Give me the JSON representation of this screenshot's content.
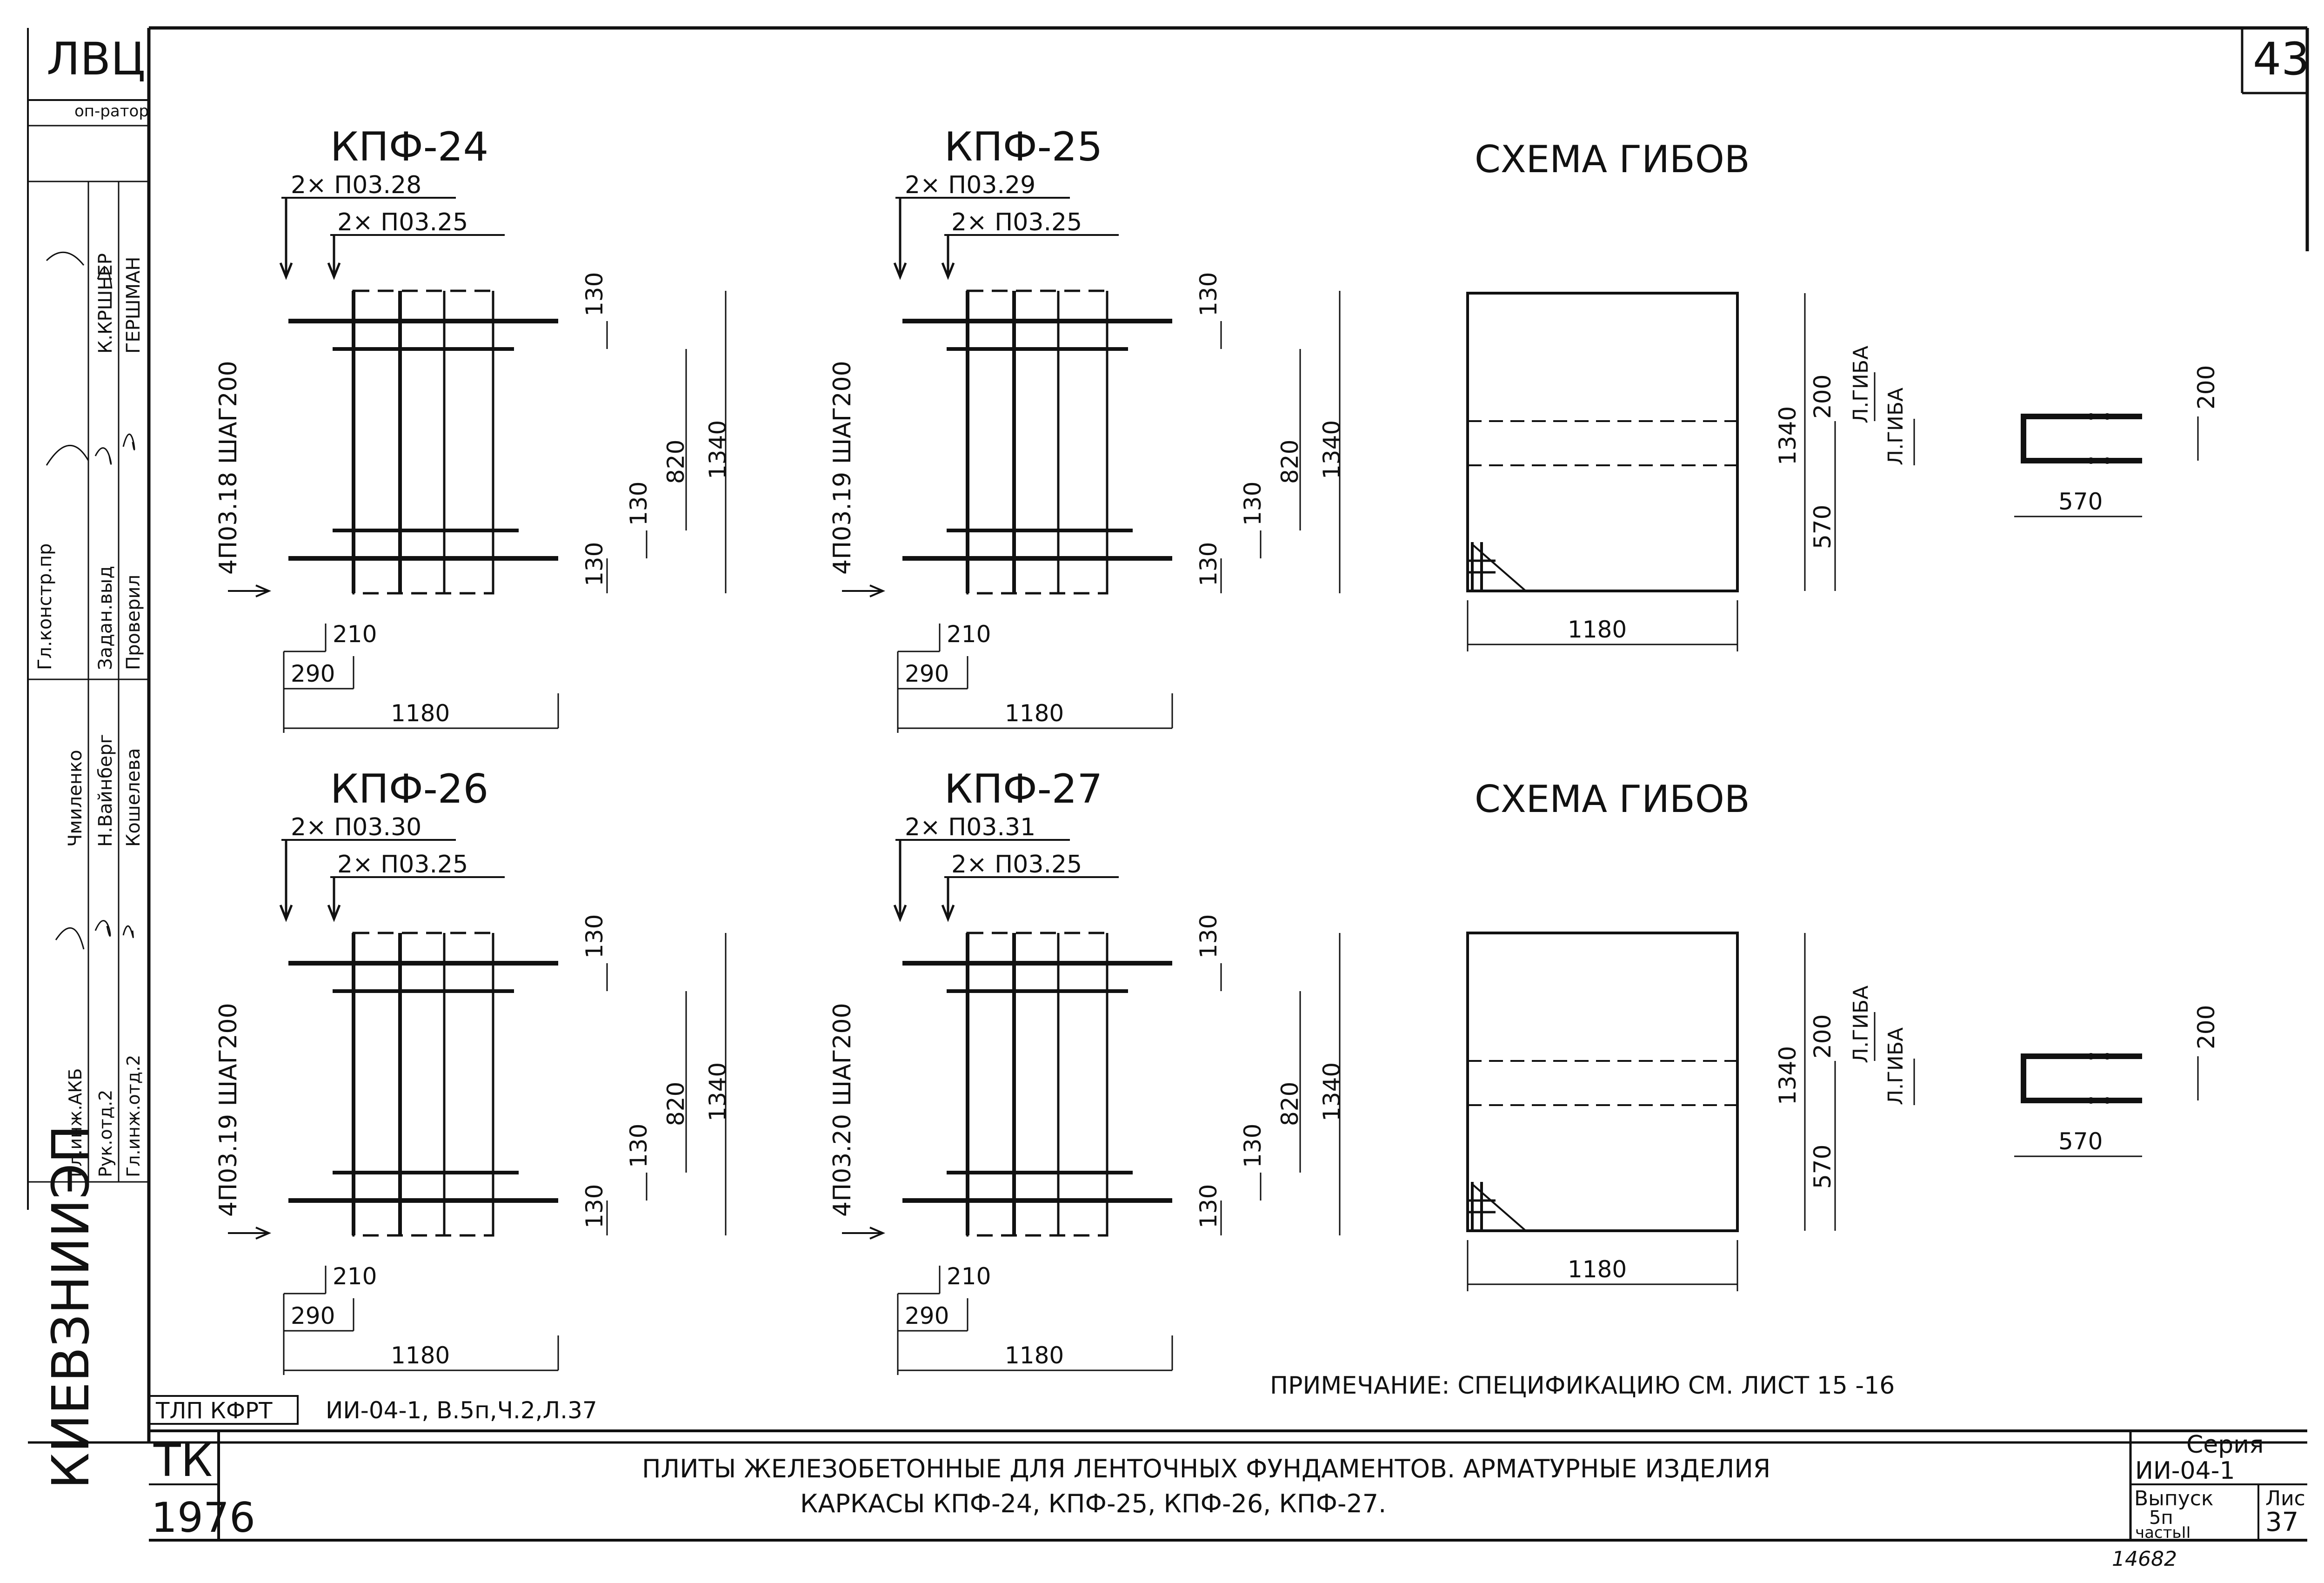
{
  "corner": {
    "org": "ЛВЦ",
    "sheet_no": "43"
  },
  "stamp": {
    "operator": "оп-ратор",
    "roles": [
      "Гл.констр.пр",
      "Задан.выд",
      "Проверил",
      "Гл.инж.АКБ",
      "Рук.отд.2",
      "Гл.инж.отд.2"
    ],
    "names": [
      "К.КРШНЕР",
      "ГЕРШМАН",
      "Кошелева",
      "Н.Вайнберг",
      "Чмиленко"
    ]
  },
  "vertical_org": "КИЕВЗНИИЭП",
  "frames": [
    {
      "name": "КПФ-24",
      "top_bar": "2× П03.28",
      "mid_bar": "2× П03.25",
      "side_bar": "4П03.18 ШАГ200",
      "dims": {
        "a": "130",
        "b": "820",
        "c": "130",
        "d": "130",
        "total": "1340",
        "w1": "210",
        "w2": "290",
        "width": "1180"
      }
    },
    {
      "name": "КПФ-25",
      "top_bar": "2× П03.29",
      "mid_bar": "2× П03.25",
      "side_bar": "4П03.19 ШАГ200",
      "dims": {
        "a": "130",
        "b": "820",
        "c": "130",
        "d": "130",
        "total": "1340",
        "w1": "210",
        "w2": "290",
        "width": "1180"
      }
    },
    {
      "name": "КПФ-26",
      "top_bar": "2× П03.30",
      "mid_bar": "2× П03.25",
      "side_bar": "4П03.19 ШАГ200",
      "dims": {
        "a": "130",
        "b": "820",
        "c": "130",
        "d": "130",
        "total": "1340",
        "w1": "210",
        "w2": "290",
        "width": "1180"
      }
    },
    {
      "name": "КПФ-27",
      "top_bar": "2× П03.31",
      "mid_bar": "2× П03.25",
      "side_bar": "4П03.20 ШАГ200",
      "dims": {
        "a": "130",
        "b": "820",
        "c": "130",
        "d": "130",
        "total": "1340",
        "w1": "210",
        "w2": "290",
        "width": "1180"
      }
    }
  ],
  "bend_schemes": [
    {
      "title": "СХЕМА ГИБОВ",
      "height": "1340",
      "upper": "200",
      "lower": "570",
      "fold1": "Л.ГИБА",
      "fold2": "Л.ГИБА",
      "width": "1180",
      "section_height": "200",
      "section_width": "570"
    },
    {
      "title": "СХЕМА ГИБОВ",
      "height": "1340",
      "upper": "200",
      "lower": "570",
      "fold1": "Л.ГИБА",
      "fold2": "Л.ГИБА",
      "width": "1180",
      "section_height": "200",
      "section_width": "570"
    }
  ],
  "note": "ПРИМЕЧАНИЕ: СПЕЦИФИКАЦИЮ СМ. ЛИСТ 15 -16",
  "ref": {
    "box": "ТЛП КФРТ",
    "text": "ИИ-04-1, В.5п,Ч.2,Л.37"
  },
  "title_block": {
    "tk": "ТК",
    "year": "1976",
    "line1": "ПЛИТЫ ЖЕЛЕЗОБЕТОННЫЕ ДЛЯ ЛЕНТОЧНЫХ ФУНДАМЕНТОВ. АРМАТУРНЫЕ ИЗДЕЛИЯ",
    "line2": "КАРКАСЫ КПФ-24, КПФ-25, КПФ-26, КПФ-27.",
    "series_label": "Серия",
    "series": "ИИ-04-1",
    "issue_label": "Выпуск",
    "issue": "5п",
    "part": "частьII",
    "sheet_label": "Лис",
    "sheet": "37"
  },
  "footer_mark": "14682"
}
